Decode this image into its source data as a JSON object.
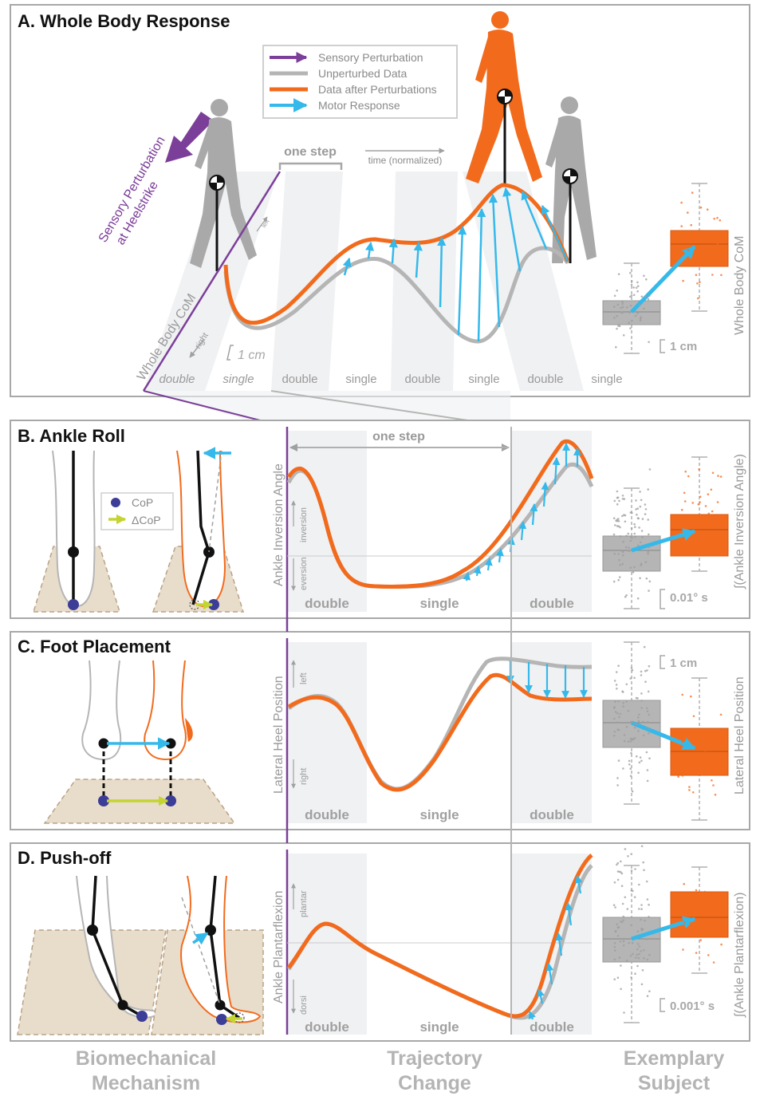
{
  "panels": {
    "a": {
      "title": "A. Whole Body Response",
      "axis_label": "Whole Body CoM",
      "right_label": "right",
      "left_label": "left",
      "scale": "1 cm",
      "box_scale": "1 cm",
      "box_label": "Whole Body CoM",
      "one_step": "one step",
      "time_label": "time (normalized)",
      "perturb_label_1": "Sensory Perturbation",
      "perturb_label_2": "at Heelstrike",
      "phases": [
        "double",
        "single",
        "double",
        "single",
        "double",
        "single",
        "double",
        "single"
      ]
    },
    "b": {
      "title": "B. Ankle Roll",
      "axis_label": "Ankle Inversion Angle",
      "up_label": "inversion",
      "down_label": "eversion",
      "one_step": "one step",
      "box_scale": "0.01° s",
      "box_label": "∫(Ankle Inversion Angle)",
      "cop_label": "CoP",
      "dcop_label": "ΔCoP",
      "phases": [
        "double",
        "single",
        "double"
      ]
    },
    "c": {
      "title": "C. Foot Placement",
      "axis_label": "Lateral Heel Position",
      "up_label": "left",
      "down_label": "right",
      "box_scale": "1 cm",
      "box_label": "Lateral Heel Position",
      "phases": [
        "double",
        "single",
        "double"
      ]
    },
    "d": {
      "title": "D. Push-off",
      "axis_label": "Ankle Plantarflexion",
      "up_label": "plantar",
      "down_label": "dorsi",
      "box_scale": "0.001° s",
      "box_label": "∫(Ankle Plantarflexion)",
      "phases": [
        "double",
        "single",
        "double"
      ]
    }
  },
  "legend": {
    "items": [
      {
        "label": "Sensory Perturbation",
        "color": "#7b3f99"
      },
      {
        "label": "Unperturbed Data",
        "color": "#b5b5b5"
      },
      {
        "label": "Data after Perturbations",
        "color": "#f26b1d"
      },
      {
        "label": "Motor Response",
        "color": "#35b9ea"
      }
    ]
  },
  "columns": {
    "biomech_1": "Biomechanical",
    "biomech_2": "Mechanism",
    "traj_1": "Trajectory",
    "traj_2": "Change",
    "subject_1": "Exemplary",
    "subject_2": "Subject"
  },
  "colors": {
    "orange": "#f26b1d",
    "gray": "#b5b5b5",
    "blue": "#35b9ea",
    "purple": "#7b3f99",
    "chartreuse": "#c4d431",
    "floor": "#e8dccb",
    "cop": "#3b3d97"
  }
}
